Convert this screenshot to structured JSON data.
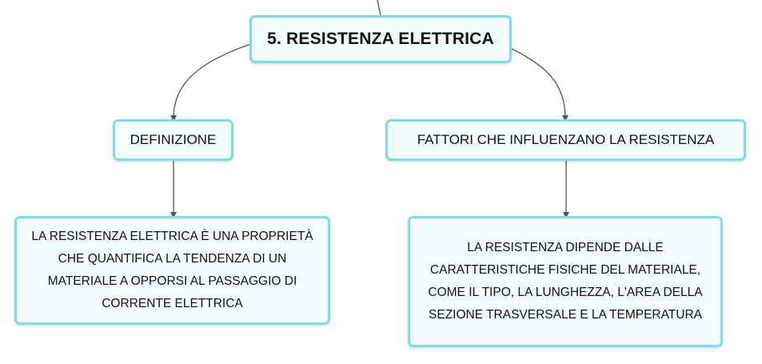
{
  "root": {
    "title": "5. RESISTENZA ELETTRICA"
  },
  "branches": [
    {
      "label": "DEFINIZIONE",
      "detail": "LA RESISTENZA ELETTRICA È UNA PROPRIETÀ CHE QUANTIFICA LA TENDENZA DI UN MATERIALE A OPPORSI AL PASSAGGIO DI CORRENTE ELETTRICA"
    },
    {
      "label": "FATTORI CHE INFLUENZANO LA RESISTENZA",
      "detail": "LA RESISTENZA DIPENDE DALLE CARATTERISTICHE FISICHE DEL MATERIALE, COME IL TIPO, LA LUNGHEZZA, L'AREA DELLA SEZIONE TRASVERSALE E LA TEMPERATURA"
    }
  ],
  "colors": {
    "node_border": "#7ddde3",
    "node_fill": "#f3fdfe",
    "connector": "#555555"
  }
}
